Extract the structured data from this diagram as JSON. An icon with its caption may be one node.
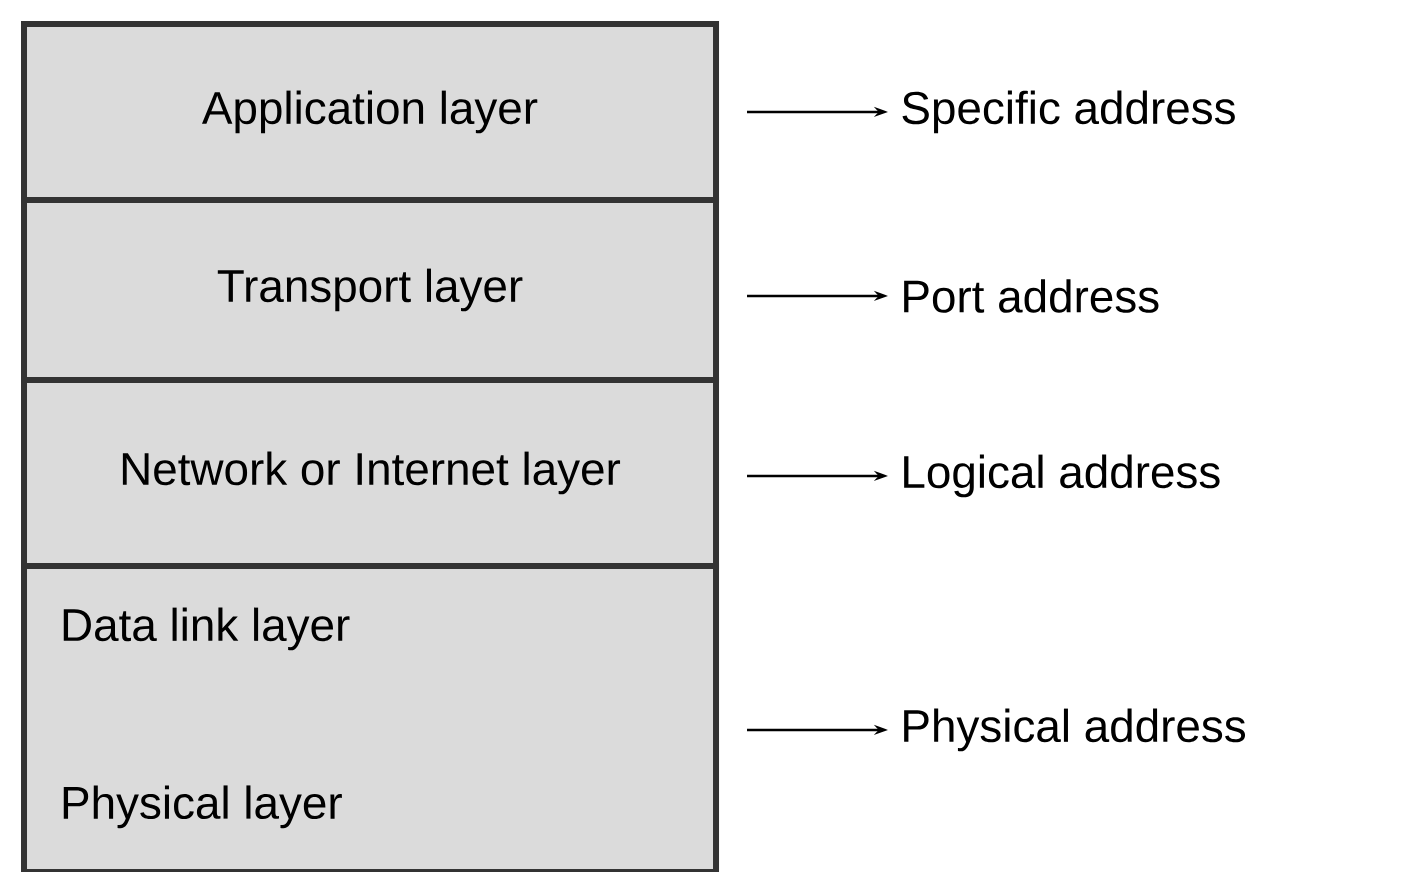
{
  "diagram": {
    "nodes": [
      {
        "text": [
          "Application layer"
        ]
      },
      {
        "text": [
          "Transport layer"
        ]
      },
      {
        "text": [
          "Network or Internet layer"
        ]
      },
      {
        "text": [
          "Data link layer",
          "Physical layer"
        ]
      },
      {
        "text": [
          "Specific address"
        ]
      },
      {
        "text": [
          "Port address"
        ]
      },
      {
        "text": [
          "Logical address"
        ]
      },
      {
        "text": [
          "Physical address"
        ]
      }
    ],
    "edges": [
      {
        "from": 0,
        "to": 4,
        "arrow": "to"
      },
      {
        "from": 1,
        "to": 5,
        "arrow": "to"
      },
      {
        "from": 2,
        "to": 6,
        "arrow": "to"
      },
      {
        "from": 3,
        "to": 7,
        "arrow": "to"
      }
    ]
  }
}
